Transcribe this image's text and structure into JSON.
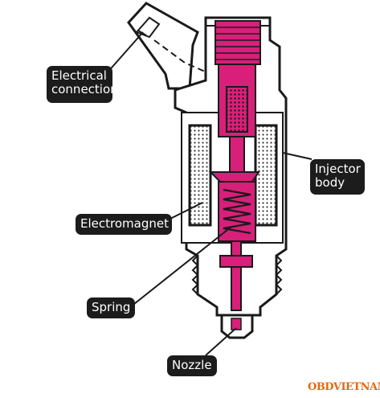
{
  "labels": {
    "electrical_connection": [
      "Electrical",
      "connection"
    ],
    "injector_body": [
      "Injector",
      "body"
    ],
    "electromagnet": "Electromagnet",
    "spring": "Spring",
    "nozzle": "Nozzle"
  },
  "watermark": "OBDVIETNAM",
  "colors": {
    "fuel_path": "#d8207a",
    "outline": "#1a1a1a",
    "callout_bg": "#1c1c1c",
    "body_fill": "#ffffff",
    "coil_fill": "#d9d9d9"
  }
}
